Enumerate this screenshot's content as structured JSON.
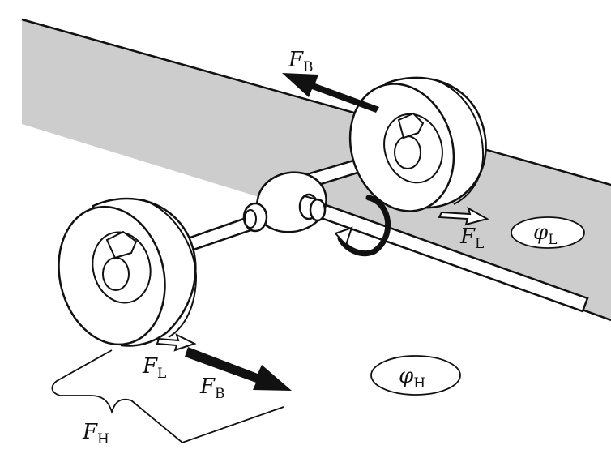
{
  "labels": {
    "fb_top": {
      "main": "F",
      "sub": "B"
    },
    "fl_right": {
      "main": "F",
      "sub": "L"
    },
    "phi_l": {
      "main": "φ",
      "sub": "L"
    },
    "fl_bottom": {
      "main": "F",
      "sub": "L"
    },
    "fb_bottom": {
      "main": "F",
      "sub": "B"
    },
    "fh": {
      "main": "F",
      "sub": "H"
    },
    "phi_h": {
      "main": "φ",
      "sub": "H"
    }
  },
  "colors": {
    "road_low_friction": "#cdcdcd",
    "stroke": "#111111",
    "force_arrow": "#111111",
    "slip_arrow_fill": "#ffffff"
  }
}
